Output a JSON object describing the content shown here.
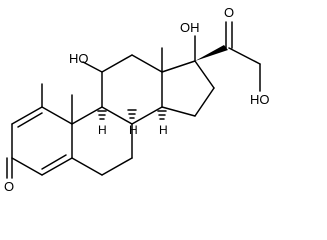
{
  "labels": {
    "oh_11": "HO",
    "oh_17": "OH",
    "o_20": "O",
    "oh_21": "HO",
    "o_3": "O",
    "h_8": "H",
    "h_9": "H",
    "h_14": "H"
  }
}
